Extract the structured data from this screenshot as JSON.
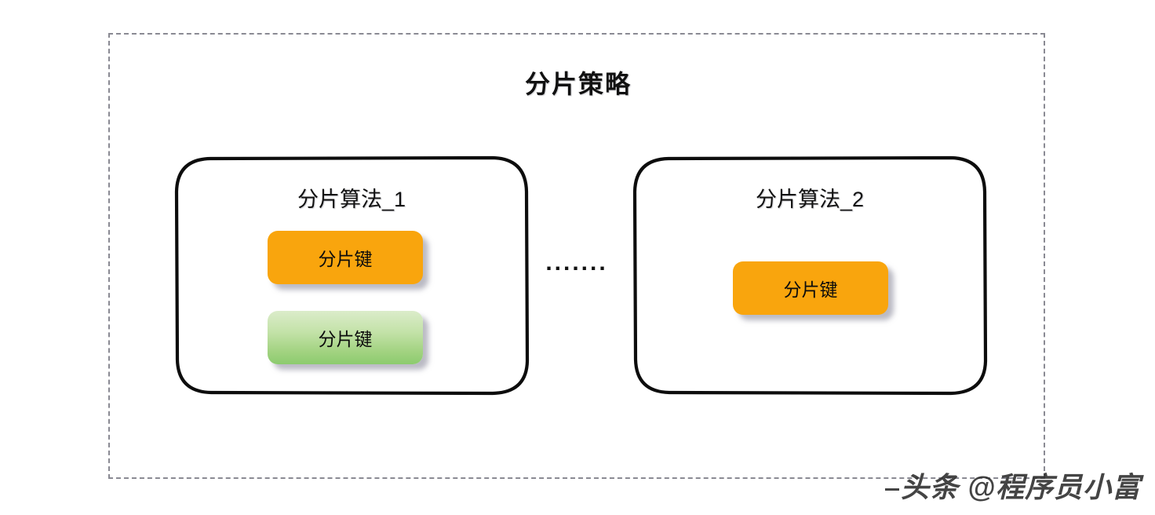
{
  "diagram": {
    "title": "分片策略",
    "ellipsis": ".......",
    "panels": [
      {
        "title": "分片算法_1",
        "chips": [
          {
            "label": "分片键",
            "color": "#f9a50d",
            "style": "orange"
          },
          {
            "label": "分片键",
            "color": "#a3d382",
            "style": "green"
          }
        ]
      },
      {
        "title": "分片算法_2",
        "chips": [
          {
            "label": "分片键",
            "color": "#f9a50d",
            "style": "orange"
          }
        ]
      }
    ]
  },
  "watermark": {
    "text": "头条 @程序员小富"
  },
  "colors": {
    "orange_chip": "#f9a50d",
    "green_chip_top": "#dbecca",
    "green_chip_bottom": "#8ccb6e",
    "dashed_border": "#8a8a93",
    "panel_stroke": "#111111",
    "background": "#ffffff",
    "shadow": "#8282945e"
  }
}
